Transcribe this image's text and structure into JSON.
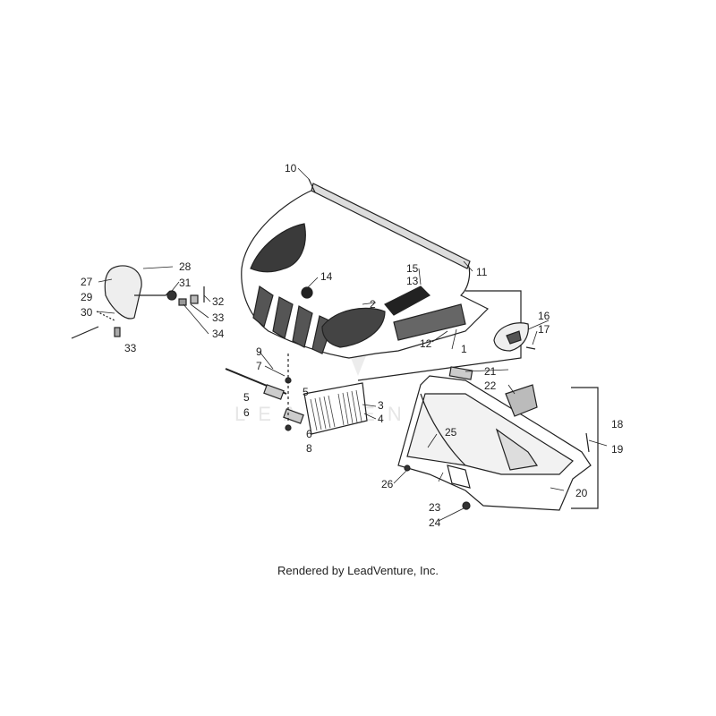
{
  "watermark": "LEADVENTURE",
  "caption": "Rendered by LeadVenture, Inc.",
  "callouts": [
    {
      "id": "1",
      "label": "1"
    },
    {
      "id": "2",
      "label": "2"
    },
    {
      "id": "3",
      "label": "3"
    },
    {
      "id": "4",
      "label": "4"
    },
    {
      "id": "5a",
      "label": "5"
    },
    {
      "id": "5b",
      "label": "5"
    },
    {
      "id": "6a",
      "label": "6"
    },
    {
      "id": "6b",
      "label": "6"
    },
    {
      "id": "7",
      "label": "7"
    },
    {
      "id": "8",
      "label": "8"
    },
    {
      "id": "9",
      "label": "9"
    },
    {
      "id": "10",
      "label": "10"
    },
    {
      "id": "11",
      "label": "11"
    },
    {
      "id": "12",
      "label": "12"
    },
    {
      "id": "13",
      "label": "13"
    },
    {
      "id": "14",
      "label": "14"
    },
    {
      "id": "15",
      "label": "15"
    },
    {
      "id": "16",
      "label": "16"
    },
    {
      "id": "17",
      "label": "17"
    },
    {
      "id": "18",
      "label": "18"
    },
    {
      "id": "19",
      "label": "19"
    },
    {
      "id": "20",
      "label": "20"
    },
    {
      "id": "21",
      "label": "21"
    },
    {
      "id": "22",
      "label": "22"
    },
    {
      "id": "23",
      "label": "23"
    },
    {
      "id": "24",
      "label": "24"
    },
    {
      "id": "25",
      "label": "25"
    },
    {
      "id": "26",
      "label": "26"
    },
    {
      "id": "27",
      "label": "27"
    },
    {
      "id": "28",
      "label": "28"
    },
    {
      "id": "29",
      "label": "29"
    },
    {
      "id": "30",
      "label": "30"
    },
    {
      "id": "31",
      "label": "31"
    },
    {
      "id": "32",
      "label": "32"
    },
    {
      "id": "33a",
      "label": "33"
    },
    {
      "id": "33b",
      "label": "33"
    },
    {
      "id": "34",
      "label": "34"
    }
  ]
}
